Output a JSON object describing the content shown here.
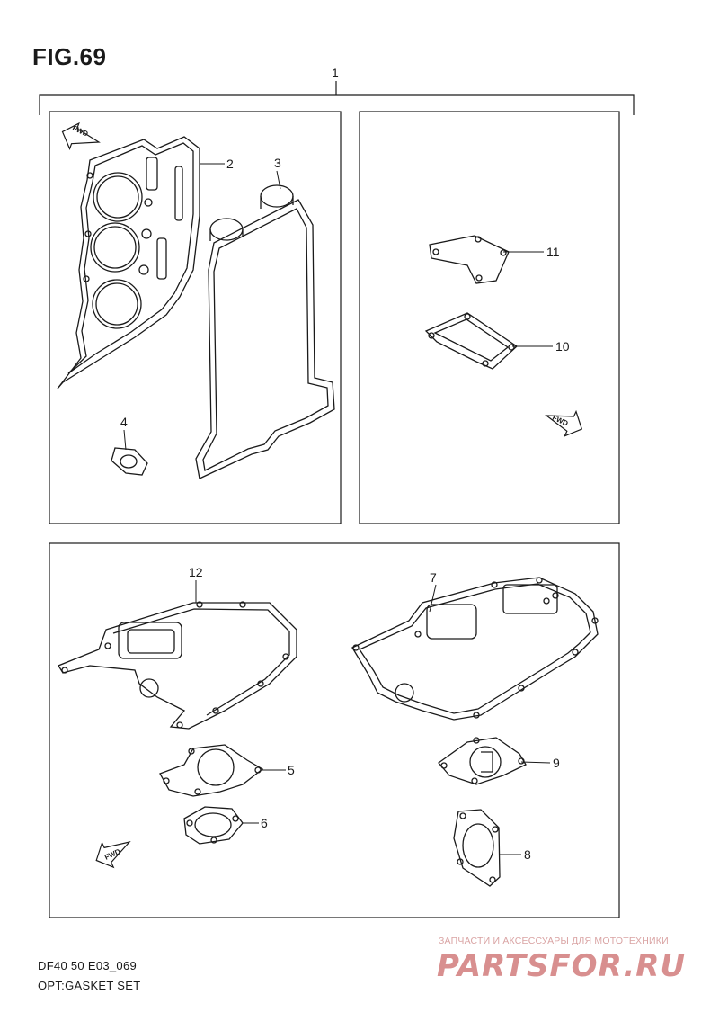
{
  "figure": {
    "title": "FIG.69"
  },
  "callouts": {
    "c1": "1",
    "c2": "2",
    "c3": "3",
    "c4": "4",
    "c5": "5",
    "c6": "6",
    "c7": "7",
    "c8": "8",
    "c9": "9",
    "c10": "10",
    "c11": "11",
    "c12": "12"
  },
  "fwd_label": "FWD",
  "footer": {
    "model": "DF40 50 E03_069",
    "description": "OPT:GASKET SET"
  },
  "watermark": {
    "tagline": "ЗАПЧАСТИ И АКСЕССУАРЫ ДЛЯ МОТОТЕХНИКИ",
    "brand": "PARTSFOR.RU"
  },
  "colors": {
    "line": "#1a1a1a",
    "watermark": "#d88f8f"
  }
}
